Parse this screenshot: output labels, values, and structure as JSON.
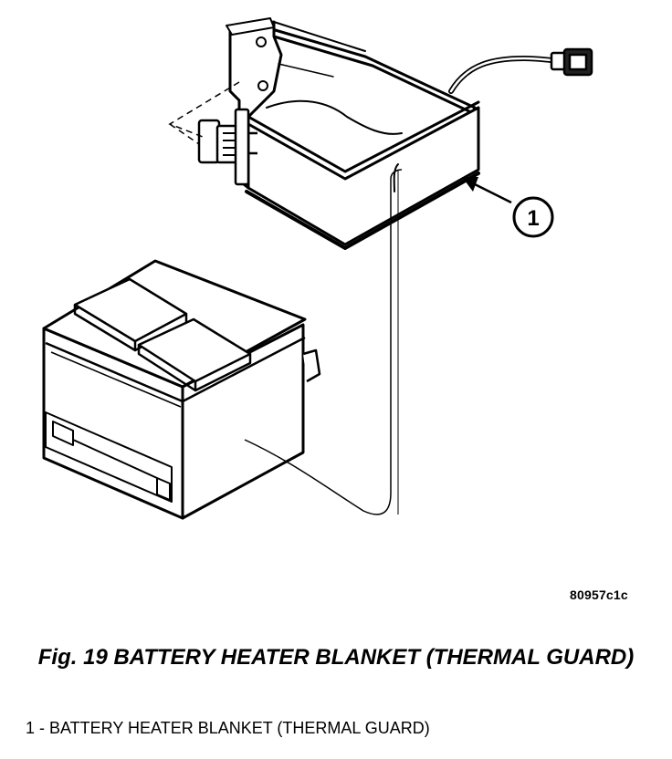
{
  "figure": {
    "code": "80957c1c",
    "caption": "Fig. 19 BATTERY HEATER BLANKET (THERMAL GUARD)",
    "legend": [
      {
        "number": "1",
        "text": "1 - BATTERY HEATER BLANKET (THERMAL GUARD)"
      }
    ]
  },
  "callouts": [
    {
      "number": "1"
    }
  ]
}
